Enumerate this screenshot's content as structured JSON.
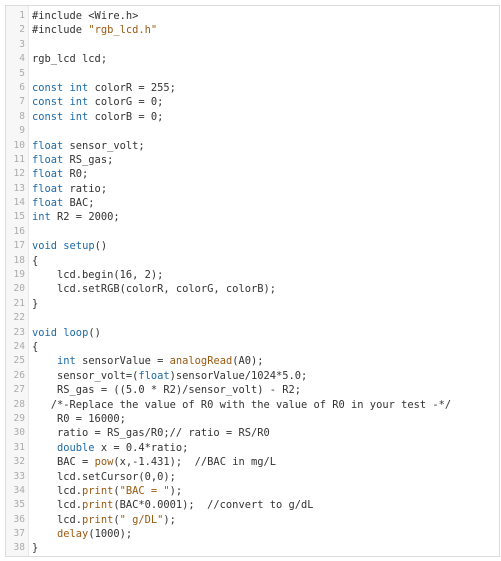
{
  "colors": {
    "keyword": "#1c6aa6",
    "string": "#9a5a12",
    "text": "#333333",
    "line_number": "#aaaaaa",
    "border": "#dcdcdc"
  },
  "code": {
    "lines": [
      {
        "n": "1",
        "tokens": [
          {
            "t": "#include <Wire.h>",
            "c": ""
          }
        ]
      },
      {
        "n": "2",
        "tokens": [
          {
            "t": "#include ",
            "c": ""
          },
          {
            "t": "\"rgb_lcd.h\"",
            "c": "str"
          }
        ]
      },
      {
        "n": "3",
        "tokens": []
      },
      {
        "n": "4",
        "tokens": [
          {
            "t": "rgb_lcd lcd;",
            "c": ""
          }
        ]
      },
      {
        "n": "5",
        "tokens": []
      },
      {
        "n": "6",
        "tokens": [
          {
            "t": "const",
            "c": "kw"
          },
          {
            "t": " ",
            "c": ""
          },
          {
            "t": "int",
            "c": "kw"
          },
          {
            "t": " colorR = 255;",
            "c": ""
          }
        ]
      },
      {
        "n": "7",
        "tokens": [
          {
            "t": "const",
            "c": "kw"
          },
          {
            "t": " ",
            "c": ""
          },
          {
            "t": "int",
            "c": "kw"
          },
          {
            "t": " colorG = 0;",
            "c": ""
          }
        ]
      },
      {
        "n": "8",
        "tokens": [
          {
            "t": "const",
            "c": "kw"
          },
          {
            "t": " ",
            "c": ""
          },
          {
            "t": "int",
            "c": "kw"
          },
          {
            "t": " colorB = 0;",
            "c": ""
          }
        ]
      },
      {
        "n": "9",
        "tokens": []
      },
      {
        "n": "10",
        "tokens": [
          {
            "t": "float",
            "c": "kw"
          },
          {
            "t": " sensor_volt;",
            "c": ""
          }
        ]
      },
      {
        "n": "11",
        "tokens": [
          {
            "t": "float",
            "c": "kw"
          },
          {
            "t": " RS_gas;",
            "c": ""
          }
        ]
      },
      {
        "n": "12",
        "tokens": [
          {
            "t": "float",
            "c": "kw"
          },
          {
            "t": " R0;",
            "c": ""
          }
        ]
      },
      {
        "n": "13",
        "tokens": [
          {
            "t": "float",
            "c": "kw"
          },
          {
            "t": " ratio;",
            "c": ""
          }
        ]
      },
      {
        "n": "14",
        "tokens": [
          {
            "t": "float",
            "c": "kw"
          },
          {
            "t": " BAC;",
            "c": ""
          }
        ]
      },
      {
        "n": "15",
        "tokens": [
          {
            "t": "int",
            "c": "kw"
          },
          {
            "t": " R2 = 2000;",
            "c": ""
          }
        ]
      },
      {
        "n": "16",
        "tokens": []
      },
      {
        "n": "17",
        "tokens": [
          {
            "t": "void",
            "c": "kw"
          },
          {
            "t": " ",
            "c": ""
          },
          {
            "t": "setup",
            "c": "kw"
          },
          {
            "t": "()",
            "c": ""
          }
        ]
      },
      {
        "n": "18",
        "tokens": [
          {
            "t": "{",
            "c": ""
          }
        ]
      },
      {
        "n": "19",
        "tokens": [
          {
            "t": "    lcd.begin(16, 2);",
            "c": ""
          }
        ]
      },
      {
        "n": "20",
        "tokens": [
          {
            "t": "    lcd.setRGB(colorR, colorG, colorB);",
            "c": ""
          }
        ]
      },
      {
        "n": "21",
        "tokens": [
          {
            "t": "}",
            "c": ""
          }
        ]
      },
      {
        "n": "22",
        "tokens": []
      },
      {
        "n": "23",
        "tokens": [
          {
            "t": "void",
            "c": "kw"
          },
          {
            "t": " ",
            "c": ""
          },
          {
            "t": "loop",
            "c": "kw"
          },
          {
            "t": "()",
            "c": ""
          }
        ]
      },
      {
        "n": "24",
        "tokens": [
          {
            "t": "{",
            "c": ""
          }
        ]
      },
      {
        "n": "25",
        "tokens": [
          {
            "t": "    ",
            "c": ""
          },
          {
            "t": "int",
            "c": "kw"
          },
          {
            "t": " sensorValue = ",
            "c": ""
          },
          {
            "t": "analogRead",
            "c": "str"
          },
          {
            "t": "(A0);",
            "c": ""
          }
        ]
      },
      {
        "n": "26",
        "tokens": [
          {
            "t": "    sensor_volt=(",
            "c": ""
          },
          {
            "t": "float",
            "c": "kw"
          },
          {
            "t": ")sensorValue/1024*5.0;",
            "c": ""
          }
        ]
      },
      {
        "n": "27",
        "tokens": [
          {
            "t": "    RS_gas = ((5.0 * R2)/sensor_volt) - R2;",
            "c": ""
          }
        ]
      },
      {
        "n": "28",
        "tokens": [
          {
            "t": "   /*-Replace the value of R0 with the value of R0 in your test -*/",
            "c": ""
          }
        ]
      },
      {
        "n": "29",
        "tokens": [
          {
            "t": "    R0 = 16000;",
            "c": ""
          }
        ]
      },
      {
        "n": "30",
        "tokens": [
          {
            "t": "    ratio = RS_gas/R0;// ratio = RS/R0",
            "c": ""
          }
        ]
      },
      {
        "n": "31",
        "tokens": [
          {
            "t": "    ",
            "c": ""
          },
          {
            "t": "double",
            "c": "kw"
          },
          {
            "t": " x = 0.4*ratio;",
            "c": ""
          }
        ]
      },
      {
        "n": "32",
        "tokens": [
          {
            "t": "    BAC = ",
            "c": ""
          },
          {
            "t": "pow",
            "c": "str"
          },
          {
            "t": "(x,-1.431);  //BAC in mg/L",
            "c": ""
          }
        ]
      },
      {
        "n": "33",
        "tokens": [
          {
            "t": "    lcd.setCursor(0,0);",
            "c": ""
          }
        ]
      },
      {
        "n": "34",
        "tokens": [
          {
            "t": "    lcd.",
            "c": ""
          },
          {
            "t": "print",
            "c": "str"
          },
          {
            "t": "(",
            "c": ""
          },
          {
            "t": "\"BAC = \"",
            "c": "str"
          },
          {
            "t": ");",
            "c": ""
          }
        ]
      },
      {
        "n": "35",
        "tokens": [
          {
            "t": "    lcd.",
            "c": ""
          },
          {
            "t": "print",
            "c": "str"
          },
          {
            "t": "(BAC*0.0001);  //convert to g/dL",
            "c": ""
          }
        ]
      },
      {
        "n": "36",
        "tokens": [
          {
            "t": "    lcd.",
            "c": ""
          },
          {
            "t": "print",
            "c": "str"
          },
          {
            "t": "(",
            "c": ""
          },
          {
            "t": "\" g/DL\"",
            "c": "str"
          },
          {
            "t": ");",
            "c": ""
          }
        ]
      },
      {
        "n": "37",
        "tokens": [
          {
            "t": "    ",
            "c": ""
          },
          {
            "t": "delay",
            "c": "str"
          },
          {
            "t": "(1000);",
            "c": ""
          }
        ]
      },
      {
        "n": "38",
        "tokens": [
          {
            "t": "}",
            "c": ""
          }
        ]
      }
    ]
  }
}
